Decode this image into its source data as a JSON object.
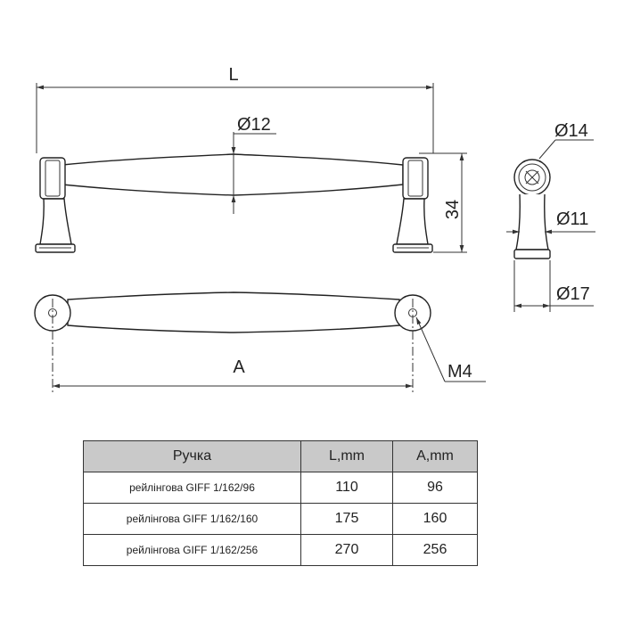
{
  "drawing": {
    "dimensions": {
      "length": "L",
      "bar_diameter": "Ø12",
      "height": "34",
      "hole_spacing": "A",
      "thread": "M4",
      "head_diameter": "Ø14",
      "neck_diameter": "Ø11",
      "base_diameter": "Ø17"
    }
  },
  "table": {
    "headers": [
      "Ручка",
      "L,mm",
      "A,mm"
    ],
    "rows": [
      {
        "name": "рейлінгова GIFF 1/162/96",
        "L": "110",
        "A": "96"
      },
      {
        "name": "рейлінгова GIFF 1/162/160",
        "L": "175",
        "A": "160"
      },
      {
        "name": "рейлінгова GIFF 1/162/256",
        "L": "270",
        "A": "256"
      }
    ]
  }
}
